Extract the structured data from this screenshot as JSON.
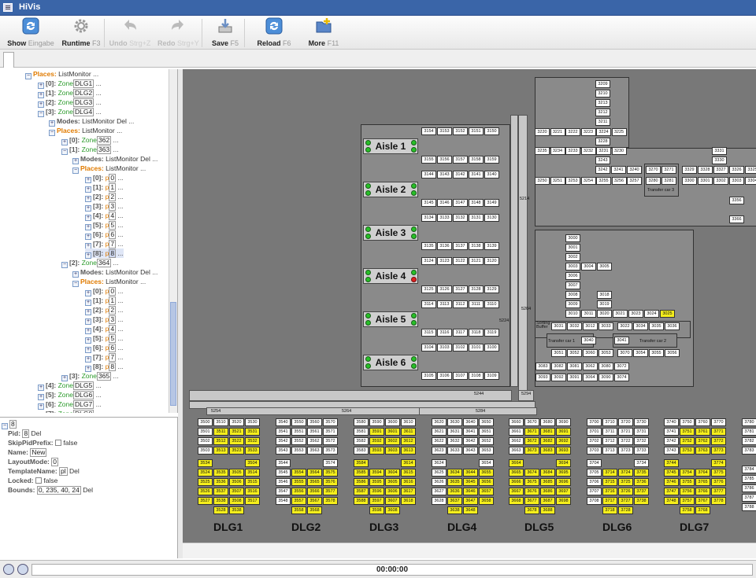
{
  "window": {
    "title": "HiVis"
  },
  "toolbar": [
    {
      "name": "show-button",
      "label": "Show",
      "key": "Eingabe",
      "icon": "refresh-icon",
      "enabled": true
    },
    {
      "name": "runtime-button",
      "label": "Runtime",
      "key": "F3",
      "icon": "gear-icon",
      "enabled": true
    },
    {
      "name": "undo-button",
      "label": "Undo",
      "key": "Strg+Z",
      "icon": "undo-icon",
      "enabled": false
    },
    {
      "name": "redo-button",
      "label": "Redo",
      "key": "Strg+Y",
      "icon": "redo-icon",
      "enabled": false
    },
    {
      "name": "save-button",
      "label": "Save",
      "key": "F5",
      "icon": "save-icon",
      "enabled": true
    },
    {
      "name": "reload-button",
      "label": "Reload",
      "key": "F6",
      "icon": "reload-icon",
      "enabled": true
    },
    {
      "name": "more-button",
      "label": "More",
      "key": "F11",
      "icon": "folder-add-icon",
      "enabled": true
    }
  ],
  "tree": {
    "places_key": "Places:",
    "places_type": "ListMonitor",
    "modes_key": "Modes:",
    "zone": "Zone",
    "del": "Del",
    "dots": "...",
    "zones": [
      {
        "i": "[0]:",
        "v": "DLG1"
      },
      {
        "i": "[1]:",
        "v": "DLG2"
      },
      {
        "i": "[2]:",
        "v": "DLG3"
      },
      {
        "i": "[3]:",
        "v": "DLG4"
      }
    ],
    "sub0": {
      "i": "[0]:",
      "v": "362"
    },
    "sub1": {
      "i": "[1]:",
      "v": "363"
    },
    "sub2": {
      "i": "[2]:",
      "v": "364"
    },
    "sub3": {
      "i": "[3]:",
      "v": "365"
    },
    "places": [
      {
        "i": "[0]:",
        "v": "0"
      },
      {
        "i": "[1]:",
        "v": "1"
      },
      {
        "i": "[2]:",
        "v": "2"
      },
      {
        "i": "[3]:",
        "v": "3"
      },
      {
        "i": "[4]:",
        "v": "4"
      },
      {
        "i": "[5]:",
        "v": "5"
      },
      {
        "i": "[6]:",
        "v": "6"
      },
      {
        "i": "[7]:",
        "v": "7"
      },
      {
        "i": "[8]:",
        "v": "8"
      }
    ],
    "place_prefix": "p",
    "zones_after": [
      {
        "i": "[4]:",
        "v": "DLG5"
      },
      {
        "i": "[5]:",
        "v": "DLG6"
      },
      {
        "i": "[6]:",
        "v": "DLG7"
      },
      {
        "i": "[7]:",
        "v": "DLG8"
      }
    ]
  },
  "props": {
    "value": "8",
    "rows": [
      {
        "k": "Pid:",
        "v": "8",
        "extra": "Del"
      },
      {
        "k": "SkipPidPrefix:",
        "v": "false",
        "chk": true
      },
      {
        "k": "Name:",
        "v": "New"
      },
      {
        "k": "LayoutMode:",
        "v": "0"
      },
      {
        "k": "TemplateName:",
        "v": "pl",
        "extra": "Del"
      },
      {
        "k": "Locked:",
        "v": "false",
        "chk": true
      },
      {
        "k": "Bounds:",
        "v": "0, 235, 40, 24",
        "extra": "Del"
      }
    ]
  },
  "status": {
    "time": "00:00:00"
  },
  "floor": {
    "aisles": [
      {
        "label": "Aisle 1",
        "lamp": "green"
      },
      {
        "label": "Aisle 2",
        "lamp": "green"
      },
      {
        "label": "Aisle 3",
        "lamp": "green"
      },
      {
        "label": "Aisle 4",
        "lamp": "red"
      },
      {
        "label": "Aisle 5",
        "lamp": "green"
      },
      {
        "label": "Aisle 6",
        "lamp": "green"
      }
    ],
    "dlg_labels": [
      "DLG1",
      "DLG2",
      "DLG3",
      "DLG4",
      "DLG5",
      "DLG6",
      "DLG7"
    ],
    "aisle_cells": [
      [
        "3154",
        "3153",
        "3152",
        "3151",
        "3150"
      ],
      [
        "3155",
        "3156",
        "3157",
        "3158",
        "3159"
      ],
      [
        "3144",
        "3143",
        "3142",
        "3141",
        "3140"
      ],
      [
        "3145",
        "3146",
        "3147",
        "3148",
        "3149"
      ],
      [
        "3134",
        "3133",
        "3132",
        "3131",
        "3130"
      ],
      [
        "3135",
        "3136",
        "3137",
        "3138",
        "3139"
      ],
      [
        "3124",
        "3123",
        "3122",
        "3121",
        "3120"
      ],
      [
        "3125",
        "3126",
        "3127",
        "3128",
        "3129"
      ],
      [
        "3114",
        "3113",
        "3112",
        "3111",
        "3110"
      ],
      [
        "3115",
        "3116",
        "3117",
        "3118",
        "3119"
      ],
      [
        "3104",
        "3103",
        "3102",
        "3101",
        "3100"
      ],
      [
        "3105",
        "3106",
        "3107",
        "3108",
        "3109"
      ]
    ],
    "upper_col": [
      "3209",
      "3210",
      "3213",
      "3212",
      "3211"
    ],
    "upper_row1": [
      "3220",
      "3221",
      "3222",
      "3223",
      "3224",
      "3225"
    ],
    "upper_col2": [
      "3228"
    ],
    "upper_row2": [
      "3235",
      "3234",
      "3233",
      "3232",
      "3231",
      "3230"
    ],
    "upper_col3": [
      "3243"
    ],
    "upper_row3": [
      "3242",
      "3241",
      "3240"
    ],
    "upper_row4": [
      "3250",
      "3251",
      "3253",
      "3254",
      "3255",
      "3256",
      "3257"
    ],
    "tc3": {
      "label": "Transfer car 3",
      "cells": [
        "3270",
        "3271",
        "3280",
        "3281"
      ]
    },
    "right_row1": [
      "3329",
      "3328",
      "3327",
      "3326",
      "3325"
    ],
    "right_col": [
      "3331",
      "3330"
    ],
    "right_row2": [
      "3300",
      "3301",
      "3302",
      "3303",
      "3304"
    ],
    "right_extra": [
      "3356",
      "3366"
    ],
    "mid_col": [
      "3000",
      "3001",
      "3002",
      "3003",
      "3006",
      "3007",
      "3008",
      "3009",
      "3010"
    ],
    "mid_side": [
      "3004",
      "3005"
    ],
    "mid_pair": [
      "3018",
      "3019"
    ],
    "mid_row": [
      "3011",
      "3020",
      "3021",
      "3023",
      "3024",
      "3025"
    ],
    "sorting": {
      "label": "Sorting Buffer",
      "cells": [
        "3031",
        "3032",
        "3012",
        "3033",
        "3022",
        "3034",
        "3035",
        "3036"
      ]
    },
    "tc1": {
      "label": "Transfer car 1",
      "cell": "3040"
    },
    "tc2": {
      "label": "Transfer car 2",
      "cell": "3041"
    },
    "tc_row": [
      "3051",
      "3052",
      "3060",
      "3053",
      "3070",
      "3054",
      "3055",
      "3056"
    ],
    "bottom_rows": [
      [
        "3083",
        "3082",
        "3081",
        "3062",
        "3080",
        "3072"
      ],
      [
        "3093",
        "3092",
        "3091",
        "3064",
        "3090",
        "3074"
      ]
    ],
    "conv_labels": [
      "5214",
      "5224",
      "5204",
      "5244",
      "5294",
      "5254",
      "5264",
      "5284"
    ],
    "dlg_cells": [
      [
        "3500",
        "3510",
        "3520",
        "3530",
        "3501",
        "3511",
        "3521",
        "3531",
        "3502",
        "3512",
        "3522",
        "3532",
        "3503",
        "3513",
        "3523",
        "3533",
        "3534",
        "3504",
        "3524",
        "3535",
        "3505",
        "3514",
        "3525",
        "3536",
        "3506",
        "3515",
        "3526",
        "3537",
        "3507",
        "3516",
        "3527",
        "3538",
        "3508",
        "3517",
        "3528",
        "3538"
      ],
      [
        "3540",
        "3550",
        "3560",
        "3570",
        "3541",
        "3551",
        "3561",
        "3571",
        "3542",
        "3552",
        "3562",
        "3572",
        "3543",
        "3553",
        "3563",
        "3573",
        "3544",
        "3574",
        "3545",
        "3554",
        "3564",
        "3575",
        "3546",
        "3555",
        "3565",
        "3576",
        "3547",
        "3556",
        "3566",
        "3577",
        "3548",
        "3557",
        "3567",
        "3578",
        "3558",
        "3568"
      ],
      [
        "3580",
        "3590",
        "3600",
        "3610",
        "3581",
        "3591",
        "3601",
        "3611",
        "3582",
        "3592",
        "3602",
        "3612",
        "3583",
        "3593",
        "3603",
        "3613",
        "3584",
        "3614",
        "3585",
        "3594",
        "3604",
        "3615",
        "3586",
        "3595",
        "3605",
        "3616",
        "3587",
        "3596",
        "3606",
        "3617",
        "3588",
        "3597",
        "3607",
        "3618",
        "3598",
        "3608"
      ],
      [
        "3620",
        "3630",
        "3640",
        "3650",
        "3621",
        "3631",
        "3641",
        "3651",
        "3622",
        "3632",
        "3642",
        "3652",
        "3623",
        "3633",
        "3643",
        "3653",
        "3624",
        "3654",
        "3625",
        "3634",
        "3644",
        "3655",
        "3626",
        "3635",
        "3645",
        "3656",
        "3627",
        "3636",
        "3646",
        "3657",
        "3628",
        "3637",
        "3647",
        "3658",
        "3638",
        "3648"
      ],
      [
        "3660",
        "3670",
        "3680",
        "3690",
        "3661",
        "3671",
        "3681",
        "3691",
        "3662",
        "3672",
        "3682",
        "3692",
        "3663",
        "3673",
        "3683",
        "3693",
        "3664",
        "3694",
        "3665",
        "3674",
        "3684",
        "3695",
        "3666",
        "3675",
        "3685",
        "3696",
        "3667",
        "3676",
        "3686",
        "3697",
        "3668",
        "3677",
        "3687",
        "3698",
        "3678",
        "3688"
      ],
      [
        "3700",
        "3710",
        "3720",
        "3730",
        "3701",
        "3711",
        "3721",
        "3731",
        "3702",
        "3712",
        "3722",
        "3732",
        "3703",
        "3713",
        "3723",
        "3733",
        "3704",
        "3734",
        "3705",
        "3714",
        "3724",
        "3735",
        "3706",
        "3715",
        "3725",
        "3736",
        "3707",
        "3716",
        "3726",
        "3737",
        "3708",
        "3717",
        "3727",
        "3738",
        "3718",
        "3728"
      ],
      [
        "3740",
        "3750",
        "3760",
        "3770",
        "3741",
        "3751",
        "3761",
        "3771",
        "3742",
        "3752",
        "3762",
        "3772",
        "3743",
        "3753",
        "3763",
        "3773",
        "3744",
        "3774",
        "3745",
        "3754",
        "3764",
        "3775",
        "3746",
        "3755",
        "3765",
        "3776",
        "3747",
        "3756",
        "3766",
        "3777",
        "3748",
        "3757",
        "3767",
        "3778",
        "3758",
        "3768"
      ],
      [
        "3780",
        "3781",
        "3782",
        "3783",
        "3784",
        "3785",
        "3786",
        "3787",
        "3788"
      ]
    ]
  }
}
